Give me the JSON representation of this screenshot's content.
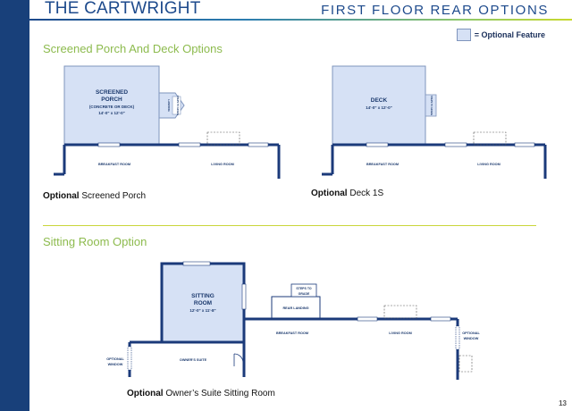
{
  "header": {
    "title": "THE CARTWRIGHT",
    "subtitle": "FIRST FLOOR REAR OPTIONS"
  },
  "legend": {
    "label": "= Optional Feature"
  },
  "section1": {
    "title": "Screened Porch And Deck Options",
    "porch_plan": {
      "room_name": "SCREENED",
      "room_name2": "PORCH",
      "room_note": "(CONCRETE OR DECK)",
      "room_dims": "14'-0\" x 12'-0\"",
      "landing": "LANDING",
      "steps": "STEPS TO GRADE",
      "breakfast": "BREAKFAST ROOM",
      "living": "LIVING ROOM"
    },
    "deck_plan": {
      "room_name": "DECK",
      "room_dims": "14'-0\" x 12'-0\"",
      "steps": "STEPS TO GRADE",
      "breakfast": "BREAKFAST ROOM",
      "living": "LIVING ROOM"
    },
    "caption1_bold": "Optional",
    "caption1_rest": " Screened Porch",
    "caption2_bold": "Optional",
    "caption2_rest": " Deck 1S"
  },
  "section2": {
    "title": "Sitting Room Option",
    "plan": {
      "room_name": "SITTING",
      "room_name2": "ROOM",
      "room_dims": "12'-0\" x 11'-8\"",
      "steps": "STEPS TO",
      "grade": "GRADE",
      "landing": "REAR LANDING",
      "breakfast": "BREAKFAST ROOM",
      "living": "LIVING ROOM",
      "suite": "OWNER'S SUITE",
      "opt_window_left": "OPTIONAL",
      "opt_window_left2": "WINDOW",
      "opt_window_right": "OPTIONAL",
      "opt_window_right2": "WINDOW"
    },
    "caption_bold": "Optional",
    "caption_rest": " Owner’s Suite Sitting Room"
  },
  "page_number": "13",
  "colors": {
    "sidebar": "#18407a",
    "wall": "#1b3a7a",
    "optional_fill": "#d6e1f5",
    "section_title": "#8dbb4e",
    "divider": "#c9d63a"
  }
}
